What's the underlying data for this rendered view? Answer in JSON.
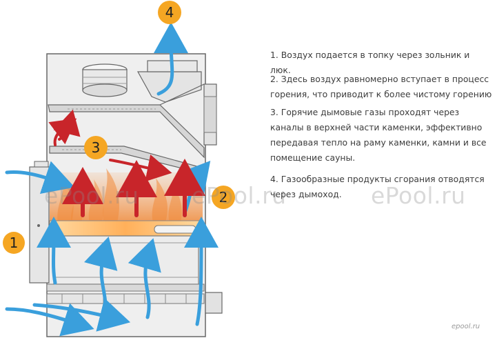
{
  "steps": [
    {
      "number": "1",
      "text": "1. Воздух подается в топку через зольник и люк."
    },
    {
      "number": "2",
      "text": "2. Здесь воздух равномерно вступает в процесс горения, что приводит к более чистому горению"
    },
    {
      "number": "3",
      "text": "3. Горячие дымовые газы проходят через каналы в верхней части каменки, эффективно передавая тепло на раму каменки, камни и все помещение сауны."
    },
    {
      "number": "4",
      "text": "4. Газообразные продукты сгорания отводятся через дымоход."
    }
  ],
  "watermark": "ePool.ru",
  "corner_logo": "epool.ru",
  "colors": {
    "badge": "#f5a623",
    "air_arrow": "#3a9fdc",
    "hot_arrow": "#c8252a",
    "flame": "#f08a3a",
    "stove_outline": "#666666",
    "stove_fill": "#ededed"
  }
}
